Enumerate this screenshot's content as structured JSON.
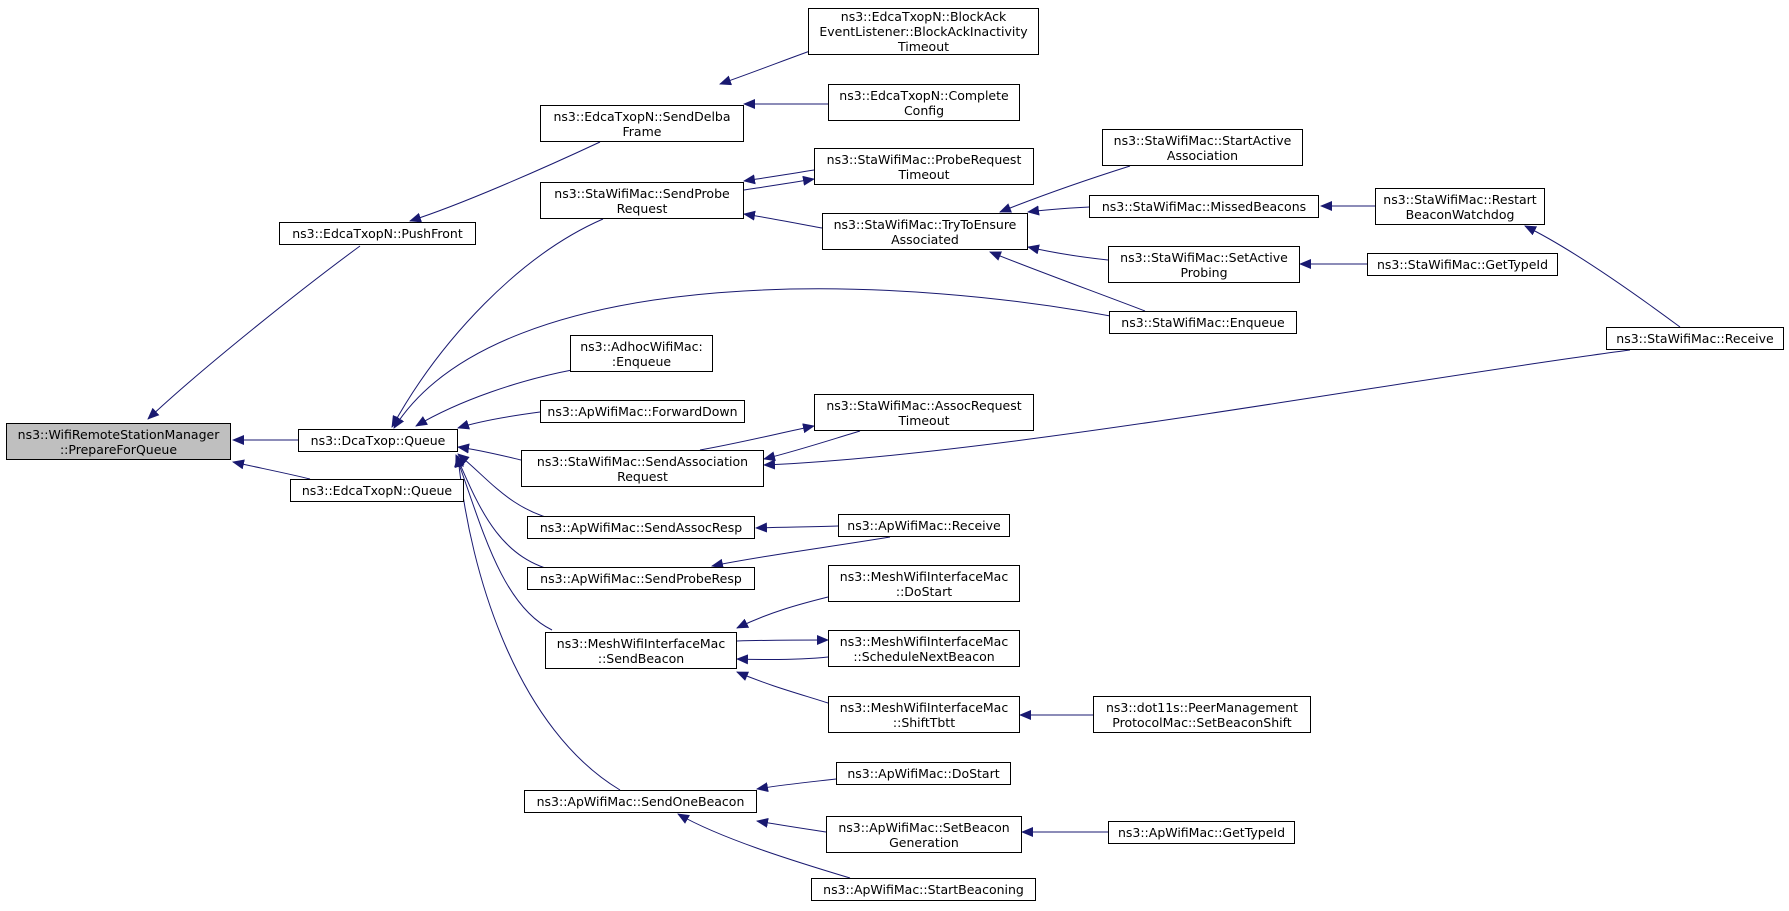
{
  "graph": {
    "colors": {
      "edge": "#191970",
      "node_border": "#000000",
      "root_fill": "#bfbfbf",
      "node_fill": "#ffffff"
    },
    "nodes": [
      {
        "id": "n_prepare",
        "label": [
          "ns3::WifiRemoteStationManager",
          "::PrepareForQueue"
        ],
        "root": true
      },
      {
        "id": "n_pushfront",
        "label": [
          "ns3::EdcaTxopN::PushFront"
        ]
      },
      {
        "id": "n_dcaqueue",
        "label": [
          "ns3::DcaTxop::Queue"
        ]
      },
      {
        "id": "n_edcaqueue",
        "label": [
          "ns3::EdcaTxopN::Queue"
        ]
      },
      {
        "id": "n_senddelba",
        "label": [
          "ns3::EdcaTxopN::SendDelba",
          "Frame"
        ]
      },
      {
        "id": "n_blockack",
        "label": [
          "ns3::EdcaTxopN::BlockAck",
          "EventListener::BlockAckInactivity",
          "Timeout"
        ]
      },
      {
        "id": "n_completecfg",
        "label": [
          "ns3::EdcaTxopN::Complete",
          "Config"
        ]
      },
      {
        "id": "n_sendprobe",
        "label": [
          "ns3::StaWifiMac::SendProbe",
          "Request"
        ]
      },
      {
        "id": "n_probetimeout",
        "label": [
          "ns3::StaWifiMac::ProbeRequest",
          "Timeout"
        ]
      },
      {
        "id": "n_trytoensure",
        "label": [
          "ns3::StaWifiMac::TryToEnsure",
          "Associated"
        ]
      },
      {
        "id": "n_startactive",
        "label": [
          "ns3::StaWifiMac::StartActive",
          "Association"
        ]
      },
      {
        "id": "n_missed",
        "label": [
          "ns3::StaWifiMac::MissedBeacons"
        ]
      },
      {
        "id": "n_restart",
        "label": [
          "ns3::StaWifiMac::Restart",
          "BeaconWatchdog"
        ]
      },
      {
        "id": "n_setactive",
        "label": [
          "ns3::StaWifiMac::SetActive",
          "Probing"
        ]
      },
      {
        "id": "n_stagettype",
        "label": [
          "ns3::StaWifiMac::GetTypeId"
        ]
      },
      {
        "id": "n_staenqueue",
        "label": [
          "ns3::StaWifiMac::Enqueue"
        ]
      },
      {
        "id": "n_stareceive",
        "label": [
          "ns3::StaWifiMac::Receive"
        ]
      },
      {
        "id": "n_adhocenq",
        "label": [
          "ns3::AdhocWifiMac:",
          ":Enqueue"
        ]
      },
      {
        "id": "n_fwddown",
        "label": [
          "ns3::ApWifiMac::ForwardDown"
        ]
      },
      {
        "id": "n_sendassoc",
        "label": [
          "ns3::StaWifiMac::SendAssociation",
          "Request"
        ]
      },
      {
        "id": "n_assoctimeout",
        "label": [
          "ns3::StaWifiMac::AssocRequest",
          "Timeout"
        ]
      },
      {
        "id": "n_sendassocresp",
        "label": [
          "ns3::ApWifiMac::SendAssocResp"
        ]
      },
      {
        "id": "n_apreceive",
        "label": [
          "ns3::ApWifiMac::Receive"
        ]
      },
      {
        "id": "n_sendproberesp",
        "label": [
          "ns3::ApWifiMac::SendProbeResp"
        ]
      },
      {
        "id": "n_meshsendbeacon",
        "label": [
          "ns3::MeshWifiInterfaceMac",
          "::SendBeacon"
        ]
      },
      {
        "id": "n_meshdostart",
        "label": [
          "ns3::MeshWifiInterfaceMac",
          "::DoStart"
        ]
      },
      {
        "id": "n_meshschedule",
        "label": [
          "ns3::MeshWifiInterfaceMac",
          "::ScheduleNextBeacon"
        ]
      },
      {
        "id": "n_meshshift",
        "label": [
          "ns3::MeshWifiInterfaceMac",
          "::ShiftTbtt"
        ]
      },
      {
        "id": "n_peermgmt",
        "label": [
          "ns3::dot11s::PeerManagement",
          "ProtocolMac::SetBeaconShift"
        ]
      },
      {
        "id": "n_sendonebeacon",
        "label": [
          "ns3::ApWifiMac::SendOneBeacon"
        ]
      },
      {
        "id": "n_apdostart",
        "label": [
          "ns3::ApWifiMac::DoStart"
        ]
      },
      {
        "id": "n_setbeacongen",
        "label": [
          "ns3::ApWifiMac::SetBeacon",
          "Generation"
        ]
      },
      {
        "id": "n_apgettype",
        "label": [
          "ns3::ApWifiMac::GetTypeId"
        ]
      },
      {
        "id": "n_startbeaconing",
        "label": [
          "ns3::ApWifiMac::StartBeaconing"
        ]
      }
    ],
    "edges": [
      {
        "from": "n_pushfront",
        "to": "n_prepare"
      },
      {
        "from": "n_dcaqueue",
        "to": "n_prepare"
      },
      {
        "from": "n_edcaqueue",
        "to": "n_prepare"
      },
      {
        "from": "n_senddelba",
        "to": "n_pushfront"
      },
      {
        "from": "n_blockack",
        "to": "n_senddelba"
      },
      {
        "from": "n_completecfg",
        "to": "n_senddelba"
      },
      {
        "from": "n_sendprobe",
        "to": "n_dcaqueue"
      },
      {
        "from": "n_staenqueue",
        "to": "n_dcaqueue"
      },
      {
        "from": "n_adhocenq",
        "to": "n_dcaqueue"
      },
      {
        "from": "n_fwddown",
        "to": "n_dcaqueue"
      },
      {
        "from": "n_sendassoc",
        "to": "n_dcaqueue"
      },
      {
        "from": "n_sendassocresp",
        "to": "n_dcaqueue"
      },
      {
        "from": "n_sendproberesp",
        "to": "n_dcaqueue"
      },
      {
        "from": "n_meshsendbeacon",
        "to": "n_dcaqueue"
      },
      {
        "from": "n_sendonebeacon",
        "to": "n_dcaqueue"
      },
      {
        "from": "n_probetimeout",
        "to": "n_sendprobe"
      },
      {
        "from": "n_trytoensure",
        "to": "n_sendprobe"
      },
      {
        "from": "n_sendprobe",
        "to": "n_probetimeout"
      },
      {
        "from": "n_startactive",
        "to": "n_trytoensure"
      },
      {
        "from": "n_missed",
        "to": "n_trytoensure"
      },
      {
        "from": "n_setactive",
        "to": "n_trytoensure"
      },
      {
        "from": "n_staenqueue",
        "to": "n_trytoensure"
      },
      {
        "from": "n_restart",
        "to": "n_missed"
      },
      {
        "from": "n_stareceive",
        "to": "n_restart"
      },
      {
        "from": "n_stagettype",
        "to": "n_setactive"
      },
      {
        "from": "n_stareceive",
        "to": "n_sendassoc"
      },
      {
        "from": "n_assoctimeout",
        "to": "n_sendassoc"
      },
      {
        "from": "n_sendassoc",
        "to": "n_assoctimeout"
      },
      {
        "from": "n_apreceive",
        "to": "n_sendassocresp"
      },
      {
        "from": "n_apreceive",
        "to": "n_sendproberesp"
      },
      {
        "from": "n_meshdostart",
        "to": "n_meshsendbeacon"
      },
      {
        "from": "n_meshschedule",
        "to": "n_meshsendbeacon"
      },
      {
        "from": "n_meshsendbeacon",
        "to": "n_meshschedule"
      },
      {
        "from": "n_meshshift",
        "to": "n_meshsendbeacon"
      },
      {
        "from": "n_peermgmt",
        "to": "n_meshshift"
      },
      {
        "from": "n_apdostart",
        "to": "n_sendonebeacon"
      },
      {
        "from": "n_setbeacongen",
        "to": "n_sendonebeacon"
      },
      {
        "from": "n_startbeaconing",
        "to": "n_sendonebeacon"
      },
      {
        "from": "n_apgettype",
        "to": "n_setbeacongen"
      }
    ]
  }
}
